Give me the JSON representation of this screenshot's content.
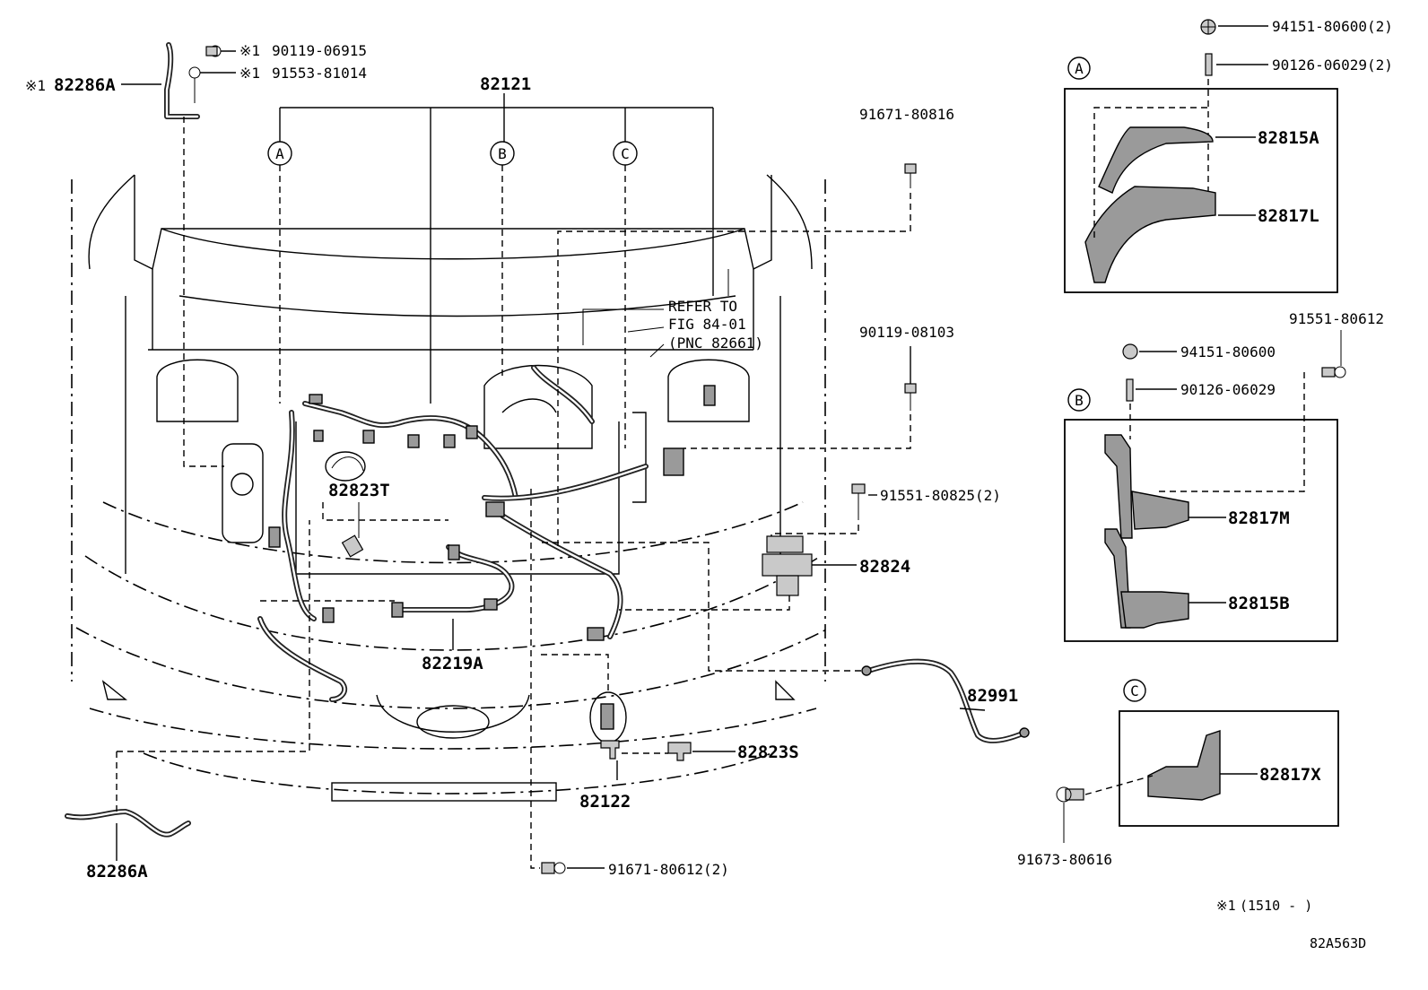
{
  "diagram_code": "82A563D",
  "footnote_marker": "※1",
  "footnote_text": "(1510 -    )",
  "refer_note": [
    "REFER TO",
    "FIG 84-01",
    "(PNC 82661)"
  ],
  "callout_letters": [
    "A",
    "B",
    "C"
  ],
  "main_labels": {
    "main_harness": "82121",
    "harness_82286A_top": "82286A",
    "harness_82286A_bottom": "82286A",
    "protector_82823T": "82823T",
    "wire_82219A": "82219A",
    "relay_block_82824": "82824",
    "wire_82991": "82991",
    "clamp_82823S": "82823S",
    "wire_82122": "82122"
  },
  "fasteners": {
    "bolt_90119_06915": "90119-06915",
    "bolt_91553_81014": "91553-81014",
    "bolt_91671_80816": "91671-80816",
    "bolt_90119_08103": "90119-08103",
    "bolt_91551_80825": "91551-80825(2)",
    "bolt_91671_80612": "91671-80612(2)"
  },
  "detail_a": {
    "nut": "94151-80600(2)",
    "stud": "90126-06029(2)",
    "part_upper": "82815A",
    "part_lower": "82817L"
  },
  "detail_b": {
    "bolt": "91551-80612",
    "nut": "94151-80600",
    "stud": "90126-06029",
    "part_upper": "82817M",
    "part_lower": "82815B"
  },
  "detail_c": {
    "bolt": "91673-80616",
    "part": "82817X"
  }
}
